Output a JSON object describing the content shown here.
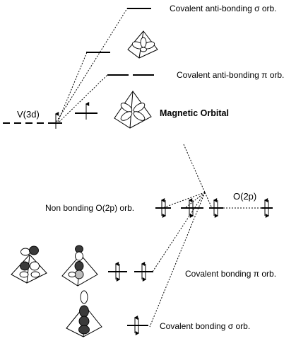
{
  "labels": {
    "sigma_antibonding": "Covalent anti-bonding σ orb.",
    "pi_antibonding": "Covalent anti-bonding π orb.",
    "metal_orbital": "V(3d)",
    "magnetic_orbital": "Magnetic Orbital",
    "nonbonding": "Non bonding O(2p) orb.",
    "oxygen_orbital": "O(2p)",
    "pi_bonding": "Covalent bonding π  orb.",
    "sigma_bonding": "Covalent bonding σ  orb."
  },
  "occupancy": {
    "metal_v3d": "1 unpaired electron (spin up)",
    "magnetic_orbital": "1 unpaired electron (spin up)",
    "nonbonding": "3 orbitals, each doubly occupied",
    "oxygen_2p": "doubly occupied",
    "pi_bonding": "2 orbitals, each doubly occupied",
    "sigma_bonding": "1 orbital, doubly occupied"
  }
}
